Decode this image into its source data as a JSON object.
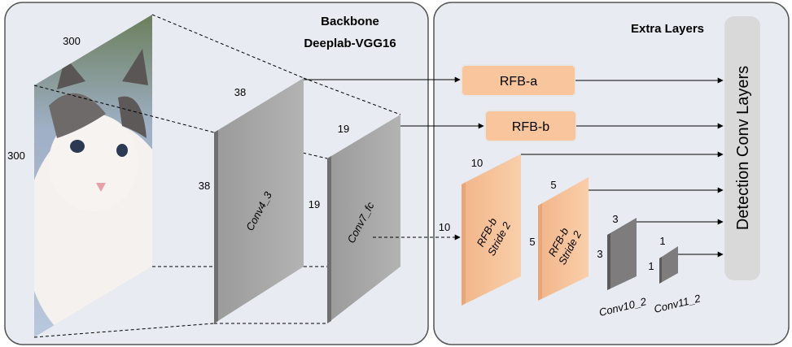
{
  "backbone": {
    "title_line1": "Backbone",
    "title_line2": "Deeplab-VGG16",
    "input_top_label": "300",
    "input_side_label": "300",
    "conv4": {
      "name": "Conv4_3",
      "top": "38",
      "side": "38"
    },
    "conv7": {
      "name": "Conv7_fc",
      "top": "19",
      "side": "19"
    }
  },
  "extra": {
    "title": "Extra Layers",
    "rfb_a": "RFB-a",
    "rfb_b": "RFB-b",
    "stride_block1": {
      "line1": "RFB-b",
      "line2": "Stride 2",
      "top": "10",
      "side": "10"
    },
    "stride_block2": {
      "line1": "RFB-b",
      "line2": "Stride 2",
      "top": "5",
      "side": "5"
    },
    "conv10": {
      "name": "Conv10_2",
      "top": "3",
      "side": "3"
    },
    "conv11": {
      "name": "Conv11_2",
      "top": "1",
      "side": "1"
    },
    "detection": "Detection Conv Layers"
  },
  "colors": {
    "panel_fill": "#e8ecf2",
    "panel_border": "#555555",
    "gray_layer": "#a6a6a6",
    "gray_layer_side": "#7a7a7a",
    "orange_fill": "#f7c8a0",
    "orange_side": "#f0b48a",
    "rfb_fill": "#f8c59c",
    "detection_fill": "#d9d9d9"
  }
}
